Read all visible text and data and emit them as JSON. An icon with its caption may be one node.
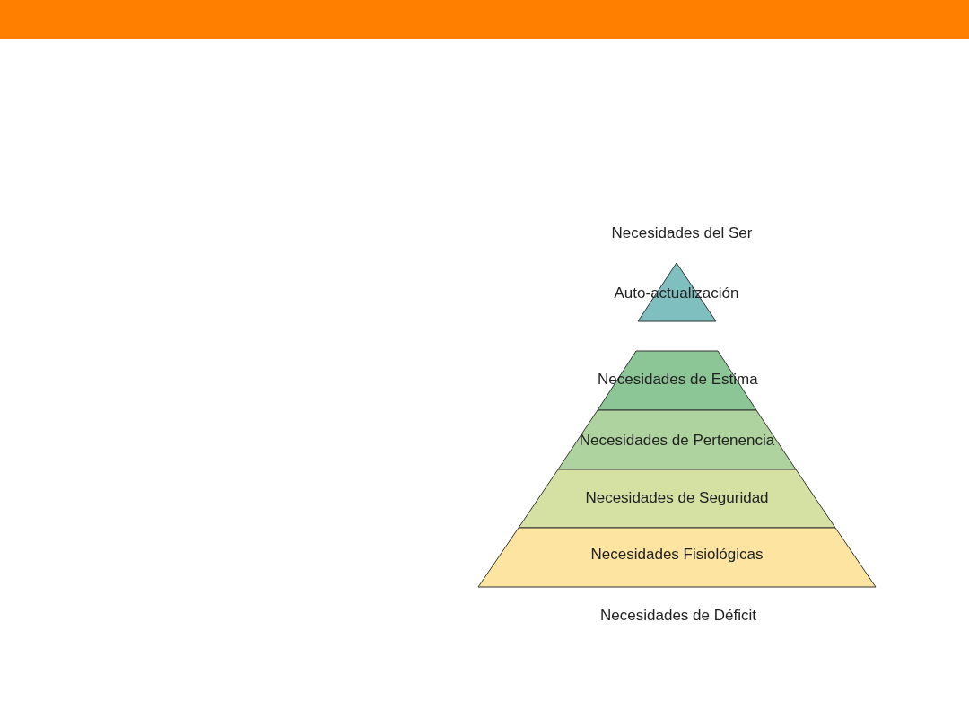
{
  "diagram": {
    "nodes": [
      {
        "text": [
          "Auto-actualización"
        ]
      },
      {
        "text": [
          "Necesidades de Estima"
        ]
      },
      {
        "text": [
          "Necesidades de Pertenencia"
        ]
      },
      {
        "text": [
          "Necesidades de Seguridad"
        ]
      },
      {
        "text": [
          "Necesidades Fisiológicas"
        ]
      }
    ],
    "labels": [
      "Necesidades del Ser",
      "Necesidades de Déficit"
    ]
  }
}
